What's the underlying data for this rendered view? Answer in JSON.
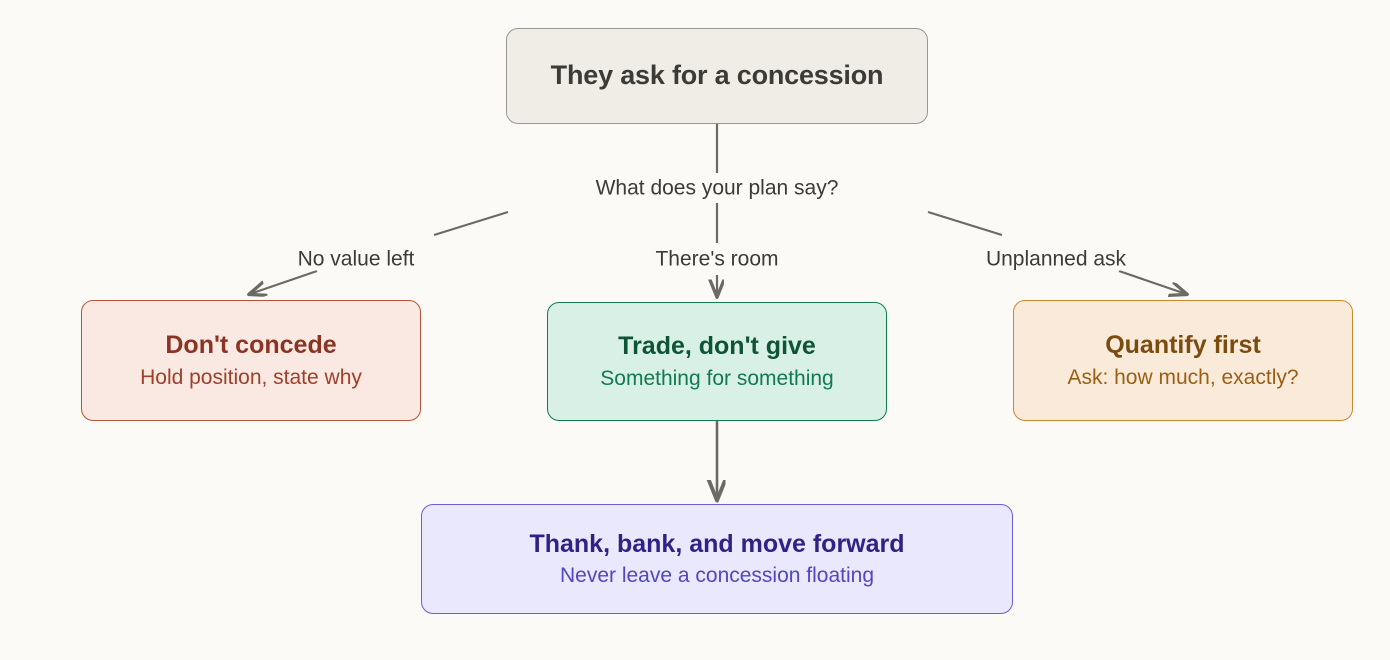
{
  "diagram": {
    "type": "flowchart",
    "background_color": "#fbfaf6",
    "root": {
      "id": "root",
      "title": "They ask for a concession",
      "fill": "#f0ede6",
      "stroke": "#9b978e",
      "text_color": "#3b3b38"
    },
    "decision_label": "What does your plan say?",
    "branches": [
      {
        "id": "dont-concede",
        "edge_label": "No value left",
        "title": "Don't concede",
        "subtitle": "Hold position, state why",
        "fill": "#fae9e3",
        "stroke": "#b4543b",
        "text_color": "#8a3524",
        "subtitle_color": "#9e3f28"
      },
      {
        "id": "trade",
        "edge_label": "There's room",
        "title": "Trade, don't give",
        "subtitle": "Something for something",
        "fill": "#d8f0e5",
        "stroke": "#137a52",
        "text_color": "#0e5437",
        "subtitle_color": "#127a52"
      },
      {
        "id": "quantify",
        "edge_label": "Unplanned ask",
        "title": "Quantify first",
        "subtitle": "Ask: how much, exactly?",
        "fill": "#faeada",
        "stroke": "#c78b2e",
        "text_color": "#7a4c10",
        "subtitle_color": "#9a5f13"
      }
    ],
    "outcome": {
      "id": "thank",
      "title": "Thank, bank, and move forward",
      "subtitle": "Never leave a concession floating",
      "fill": "#e9e8fc",
      "stroke": "#6b5fd6",
      "text_color": "#2f2286",
      "subtitle_color": "#5247c2"
    },
    "connector_color": "#6b6b63"
  }
}
